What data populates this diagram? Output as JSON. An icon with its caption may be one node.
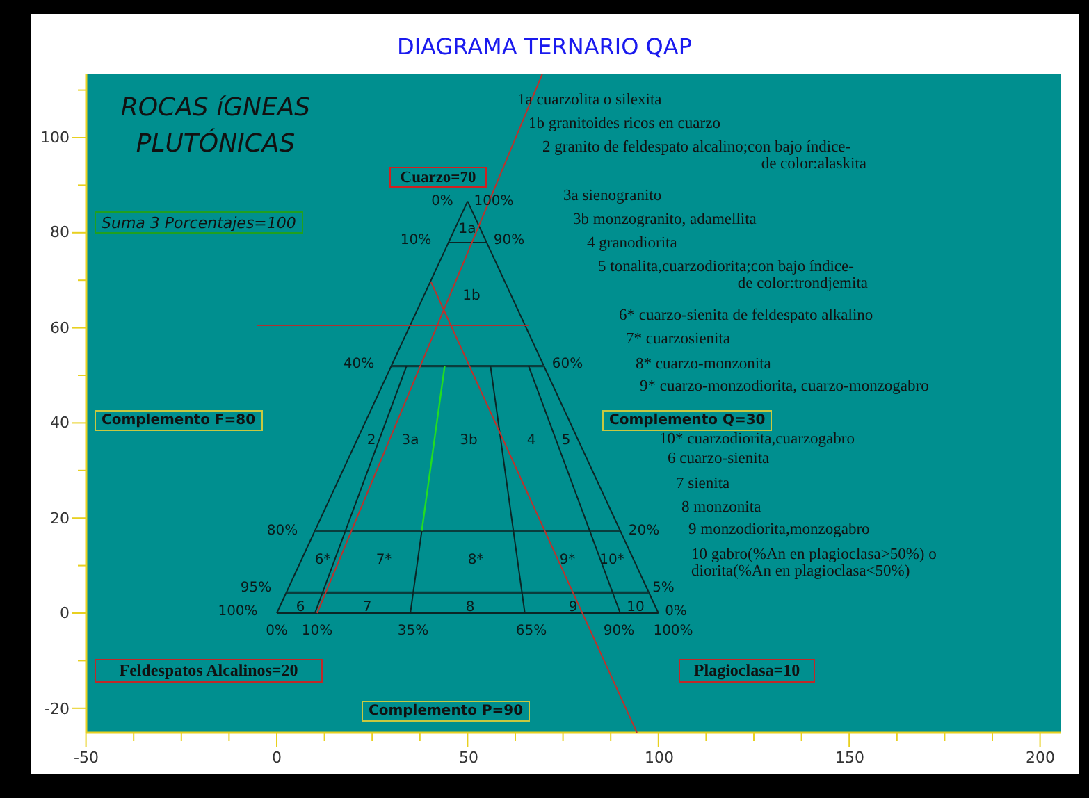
{
  "diagram": {
    "title": "DIAGRAMA TERNARIO QAP",
    "nodes": [
      {
        "text": [
          "Cuarzo=70"
        ]
      },
      {
        "text": [
          "Suma 3 Porcentajes=100"
        ]
      },
      {
        "text": [
          "Complemento F=80"
        ]
      },
      {
        "text": [
          "Complemento Q=30"
        ]
      },
      {
        "text": [
          "Feldespatos Alcalinos=20"
        ]
      },
      {
        "text": [
          "Plagioclasa=10"
        ]
      },
      {
        "text": [
          "Complemento P=90"
        ]
      }
    ],
    "labels": [
      "ROCAS íGNEAS PLUTÓNICAS",
      "1a cuarzolita o silexita",
      "1b granitoides ricos en cuarzo",
      "2 granito de feldespato alcalino;con bajo índice- de color:alaskita",
      "3a sienogranito",
      "3b monzogranito, adamellita",
      "4 granodiorita",
      "5 tonalita,cuarzodiorita;con bajo índice- de color:trondjemita",
      "6* cuarzo-sienita de feldespato alkalino",
      "7* cuarzosienita",
      "8* cuarzo-monzonita",
      "9* cuarzo-monzodiorita, cuarzo-monzogabro",
      "10* cuarzodiorita,cuarzogabro",
      "6 cuarzo-sienita",
      "7 sienita",
      "8 monzonita",
      "9 monzodiorita,monzogabro",
      "10 gabro(%An en plagioclasa>50%) o diorita(%An en plagioclasa<50%)",
      "0%",
      "100%",
      "1a",
      "10%",
      "90%",
      "1b",
      "40%",
      "60%",
      "2",
      "3a",
      "3b",
      "4",
      "5",
      "80%",
      "20%",
      "6*",
      "7*",
      "8*",
      "9*",
      "10*",
      "95%",
      "5%",
      "100%",
      "6",
      "7",
      "8",
      "9",
      "10",
      "0%",
      "0%",
      "10%",
      "35%",
      "65%",
      "90%",
      "100%",
      "100",
      "80",
      "60",
      "40",
      "20",
      "0",
      "-20",
      "-50",
      "0",
      "50",
      "100",
      "150",
      "200"
    ]
  }
}
